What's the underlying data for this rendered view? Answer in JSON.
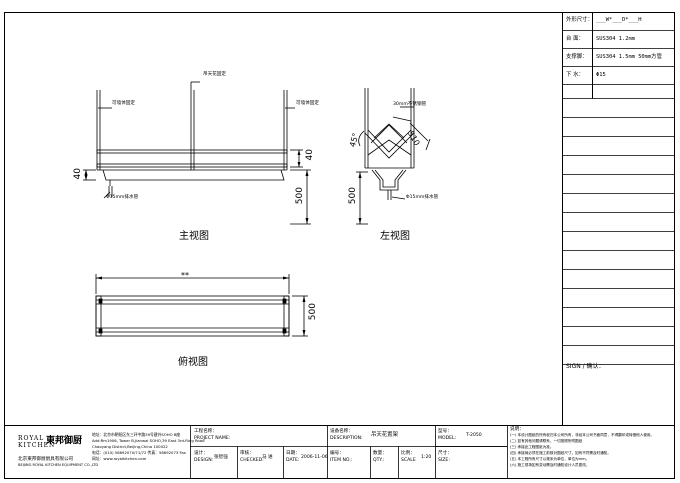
{
  "specs": {
    "rows": [
      {
        "label": "外形尺寸：",
        "value": "___W*___D*___H"
      },
      {
        "label": "台  面：",
        "value": "SUS304 1.2mm"
      },
      {
        "label": "支撑脚：",
        "value": "SUS304 1.5mm 50mm方管"
      },
      {
        "label": "下  水：",
        "value": "Φ15"
      }
    ],
    "sign_label": "SIGN / 确认："
  },
  "front_view": {
    "title": "主视图",
    "annot_top": "吊天花固定",
    "annot_left": "可墙体固定",
    "annot_right": "可墙体固定",
    "annot_pipe": "Φ15mm排水管",
    "dim_40_left": "40",
    "dim_40_right": "40",
    "dim_500": "500"
  },
  "side_view": {
    "title": "左视图",
    "annot_tube": "30mm不锈钢管",
    "dim_510": "510",
    "dim_45": "45°",
    "dim_500": "500",
    "annot_pipe": "Φ15mm排水管"
  },
  "top_view": {
    "title": "俯视图",
    "dim_width": "**",
    "dim_500": "500"
  },
  "title_block": {
    "brand_en_1": "ROYAL",
    "brand_en_2": "KITCHEN",
    "brand_cn": "東邦御厨",
    "company_cn": "北京東邦御厨厨具有限公司",
    "company_en": "BEIJING ROYAL KITCHEN EQUIPMENT CO.,LTD",
    "address_1": "地址：北京市朝阳区东三环中路39号建外SOHO B座",
    "address_2": "Add:Rm1906, Tower B,Jianwai SOHO,39 East 3rd-Ring Road",
    "address_3": "Chaoyang District,Beijing,China 100022",
    "address_4": "电话：(010) 58692070/71/72  传真：58692073 Fax",
    "address_5": "网址：www.royalkitchen.com",
    "project_label_cn": "工程名称：",
    "project_label_en": "PROJECT NAME:",
    "design_label_cn": "设计：",
    "design_label_en": "DESIGN:",
    "designer": "张智强",
    "check_label_cn": "审核：",
    "check_label_en": "CHECKED:",
    "checker": "马 进",
    "date_label_cn": "日期：",
    "date_label_en": "DATE:",
    "date_value": "2006-11-06",
    "desc_label_cn": "设备名称：",
    "desc_label_en": "DESCRIPTION:",
    "desc_value": "吊天花置架",
    "item_label_cn": "编号：",
    "item_label_en": "ITEM NO.:",
    "qty_label_cn": "数量：",
    "qty_label_en": "QTY.:",
    "scale_label_cn": "比例：",
    "scale_label_en": "SCALE",
    "scale_value": "1:20",
    "model_label_cn": "型号：",
    "model_label_en": "MODEL:",
    "model_value": "T-2050",
    "size_label_cn": "尺寸：",
    "size_label_en": "SIZE:",
    "notes_title": "说明：",
    "notes": [
      "(一) 本设计图纸的所有权归本公司所有，非经本公司书面同意，不得翻印或转借他人使用。",
      "(二) 如有其他问题请联系，一切按照所附图纸",
      "(三) 承接此工程图纸为准。",
      "(四) 承接商必须在施工前核对图纸尺寸，如有不符需及时通知。",
      "(五) 本工程所有尺寸以毫米为单位，单位为mm。",
      "(六) 施工现场如有变动需及时通知设计人员更改。"
    ]
  }
}
